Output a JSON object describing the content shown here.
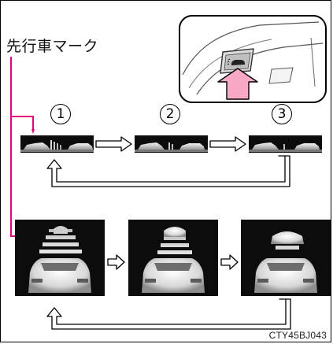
{
  "labels": {
    "front_vehicle_mark": "先行車マーク",
    "step1": "1",
    "step2": "2",
    "step3": "3",
    "caption": "CTY45BJ043"
  },
  "colors": {
    "accent_line": "#e6007e",
    "callout_fill": "#f7a9c7",
    "panel_dark": "#0c0c0c"
  },
  "icons": {
    "distance_button": "car-distance-icon",
    "press_arrow": "up-arrow-icon",
    "sequence_arrow": "outline-right-arrow-icon",
    "return_arrow": "loop-back-arrow-icon"
  }
}
